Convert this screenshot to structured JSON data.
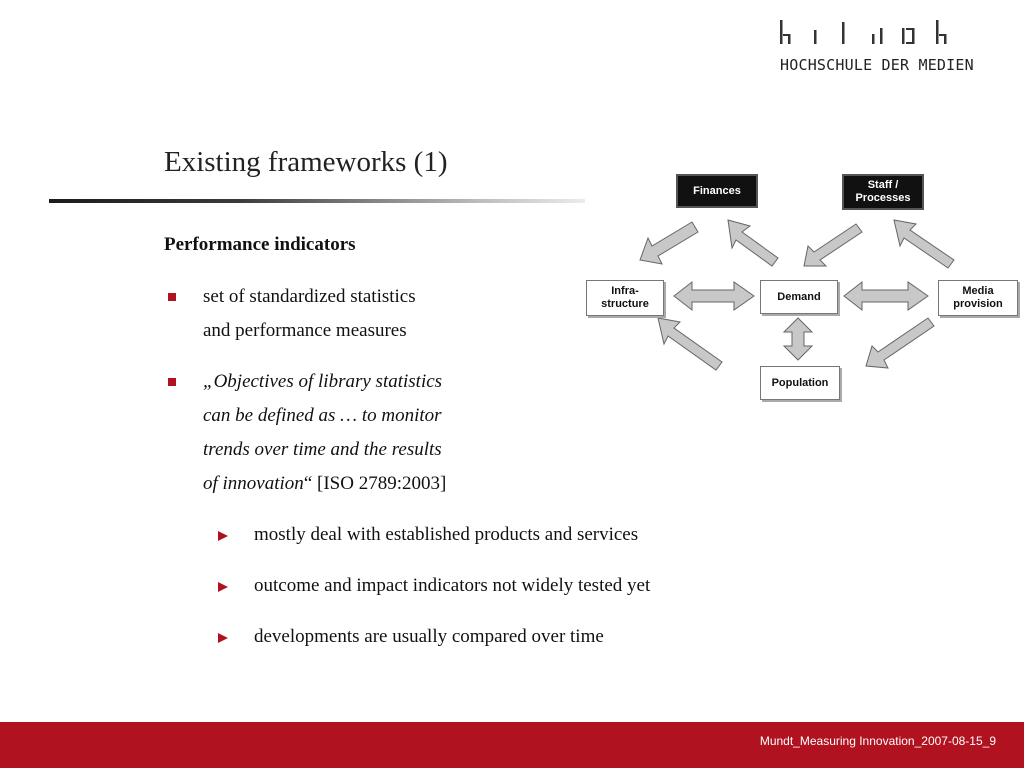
{
  "logo": {
    "text": "HOCHSCHULE DER MEDIEN",
    "icon": "hdm-logo-icon"
  },
  "slide": {
    "title": "Existing frameworks (1)",
    "subheading": "Performance indicators",
    "bullets": [
      {
        "lines": [
          "set of standardized statistics",
          "and performance measures"
        ]
      },
      {
        "quote_lines": [
          "„Objectives of library statistics",
          "can be defined as … to monitor",
          "trends over time and the results",
          "of innovation"
        ],
        "citation": "“ [ISO 2789:2003]"
      }
    ],
    "sub_bullets": [
      "mostly deal with established products and services",
      "outcome and impact indicators not widely tested yet",
      "developments are usually compared over time"
    ]
  },
  "diagram": {
    "nodes": {
      "finances": "Finances",
      "staff": "Staff /\nProcesses",
      "infrastructure": "Infra-\nstructure",
      "demand": "Demand",
      "media": "Media\nprovision",
      "population": "Population"
    }
  },
  "footer": {
    "text": "Mundt_Measuring Innovation_2007-08-15_9"
  },
  "colors": {
    "accent": "#b0121f",
    "arrow_fill": "#c8c8c8",
    "dark_box": "#111111"
  }
}
